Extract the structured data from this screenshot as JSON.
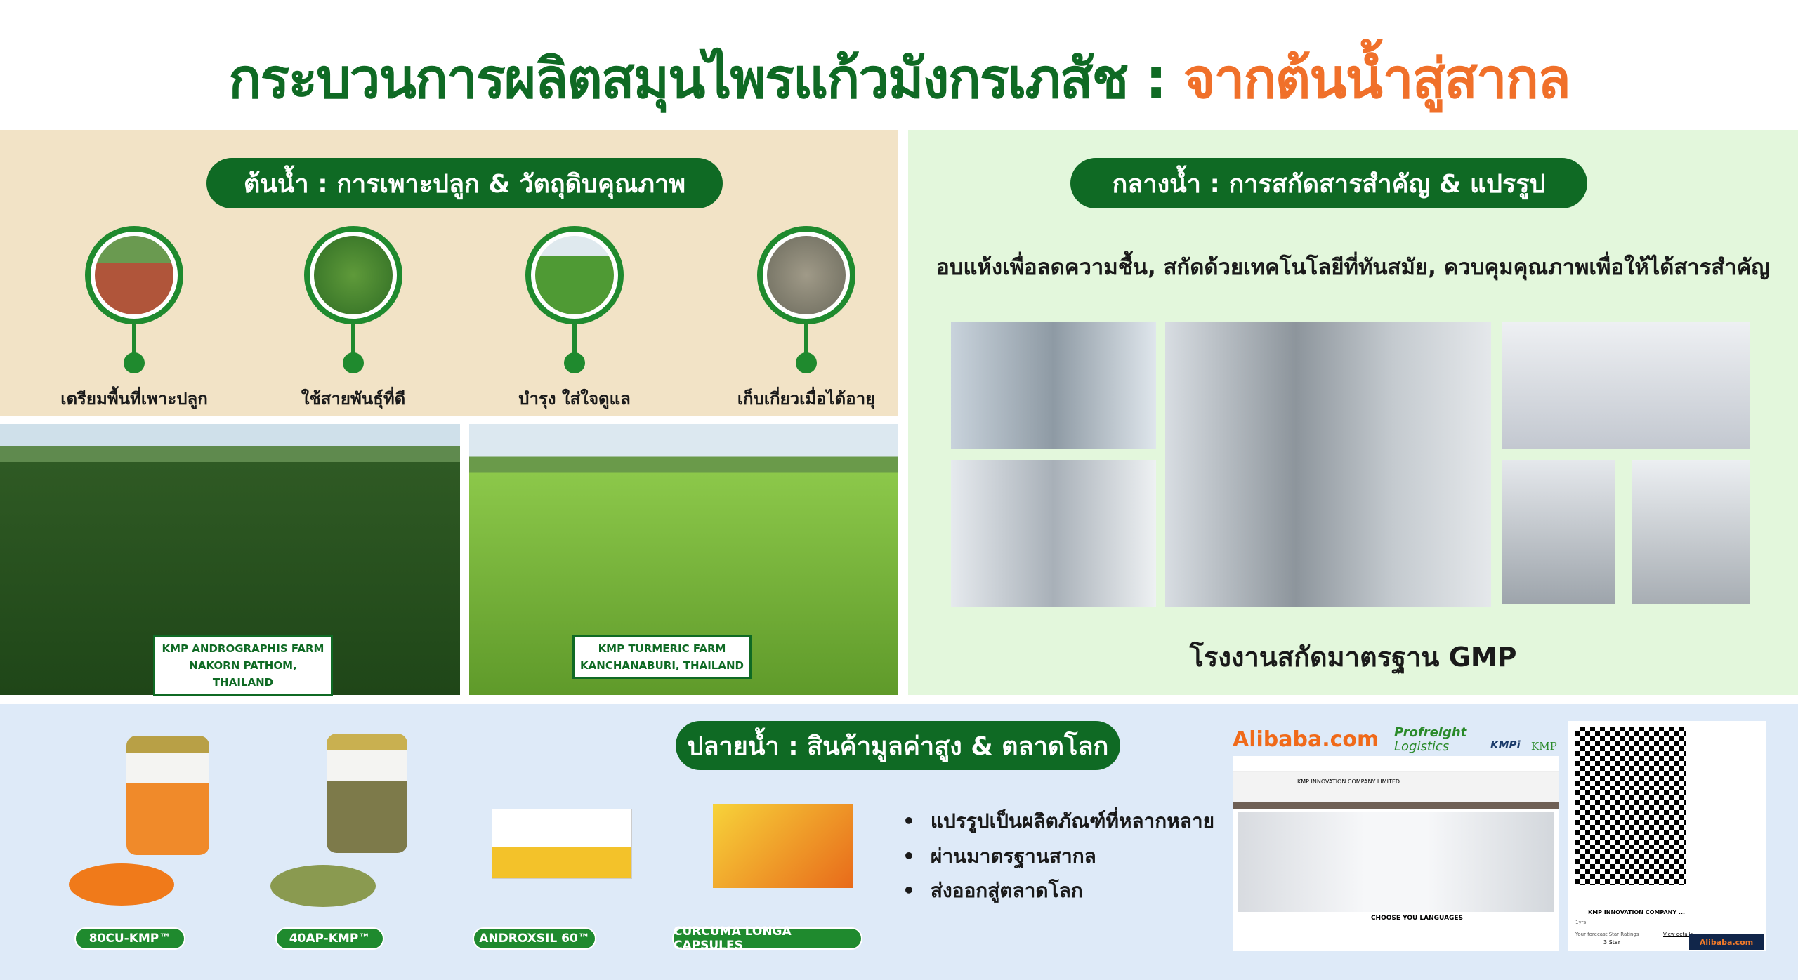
{
  "title": {
    "main": "กระบวนการผลิตสมุนไพรแก้วมังกรเภสัช : ",
    "highlight": "จากต้นน้ำสู่สากล"
  },
  "upstream": {
    "header": "ต้นน้ำ : การเพาะปลูก & วัตถุดิบคุณภาพ",
    "steps": [
      "เตรียมพื้นที่เพาะปลูก",
      "ใช้สายพันธุ์ที่ดี",
      "บำรุง ใส่ใจดูแล",
      "เก็บเกี่ยวเมื่อได้อายุ"
    ],
    "farms": [
      {
        "line1": "KMP ANDROGRAPHIS  FARM",
        "line2": "NAKORN PATHOM, THAILAND"
      },
      {
        "line1": "KMP TURMERIC  FARM",
        "line2": "KANCHANABURI, THAILAND"
      }
    ]
  },
  "midstream": {
    "header": "กลางน้ำ : การสกัดสารสำคัญ & แปรรูป",
    "subtitle": "อบแห้งเพื่อลดความชื้น, สกัดด้วยเทคโนโลยีที่ทันสมัย, ควบคุมคุณภาพเพื่อให้ได้สารสำคัญ",
    "caption": "โรงงานสกัดมาตรฐาน GMP"
  },
  "downstream": {
    "header": "ปลายน้ำ : สินค้ามูลค่าสูง & ตลาดโลก",
    "products": [
      "80CU-KMP™",
      "40AP-KMP™",
      "ANDROXSIL 60™",
      "CURCUMA LONGA CAPSULES"
    ],
    "bullets": [
      "แปรรูปเป็นผลิตภัณฑ์ที่หลากหลาย",
      "ผ่านมาตรฐานสากล",
      "ส่งออกสู่ตลาดโลก"
    ],
    "logos": {
      "alibaba": "Alibaba.com",
      "profreight1": "Profreight",
      "profreight2": "Logistics",
      "kmpi": "KMPi",
      "kmp": "KMP"
    },
    "store": {
      "company": "KMP INNOVATION COMPANY LIMITED",
      "languages": "CHOOSE YOU LANGUAGES"
    },
    "qr_card": {
      "company": "KMP INNOVATION COMPANY ...",
      "years": "1yrs",
      "rating_label": "Your forecast Star Ratings",
      "view": "View details",
      "stars": "3 Star",
      "brand": "Alibaba.com"
    }
  },
  "colors": {
    "green": "#0f6a24",
    "orange": "#f0702a",
    "beige": "#f2e3c6",
    "mint": "#e3f7dc",
    "blue": "#deeaf8"
  }
}
